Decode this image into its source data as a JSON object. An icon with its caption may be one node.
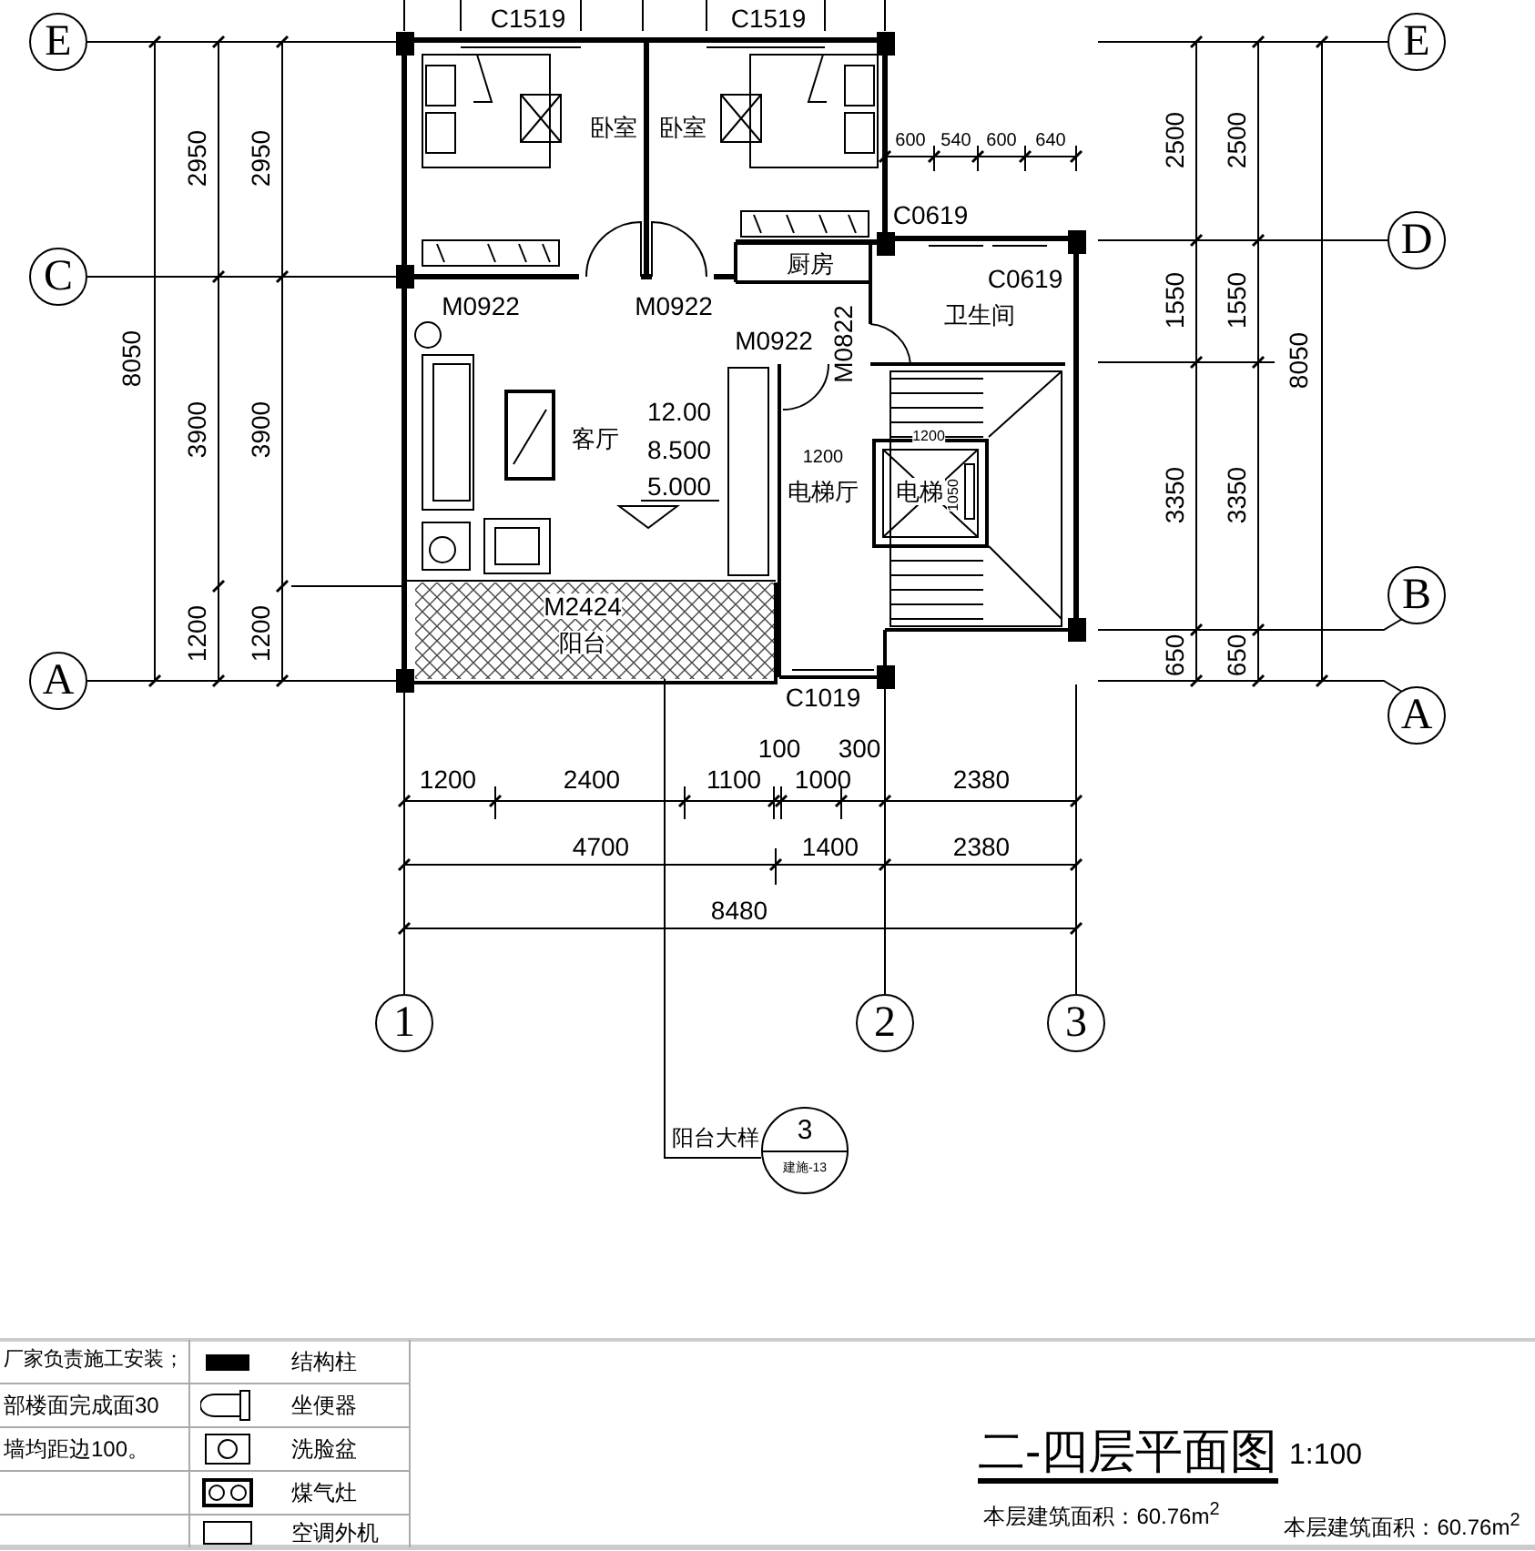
{
  "diagram": {
    "title": "二-四层平面图",
    "nodes": [
      {
        "text": [
          "卧室"
        ]
      },
      {
        "text": [
          "卧室"
        ]
      },
      {
        "text": [
          "厨房"
        ]
      },
      {
        "text": [
          "卫生间"
        ]
      },
      {
        "text": [
          "客厅"
        ]
      },
      {
        "text": [
          "电梯厅"
        ]
      },
      {
        "text": [
          "电梯"
        ]
      },
      {
        "text": [
          "阳台"
        ]
      },
      {
        "text": [
          "E"
        ]
      },
      {
        "text": [
          "E"
        ]
      },
      {
        "text": [
          "C"
        ]
      },
      {
        "text": [
          "D"
        ]
      },
      {
        "text": [
          "B"
        ]
      },
      {
        "text": [
          "A"
        ]
      },
      {
        "text": [
          "A"
        ]
      },
      {
        "text": [
          "1"
        ]
      },
      {
        "text": [
          "2"
        ]
      },
      {
        "text": [
          "3"
        ]
      },
      {
        "text": [
          "3",
          "建施-13"
        ]
      }
    ],
    "edges": [
      {
        "from": 7,
        "to": 18,
        "arrow": "none",
        "label": "阳台大样"
      }
    ],
    "labels": [
      "C1519",
      "C1519",
      "2950",
      "2950",
      "600",
      "540",
      "600",
      "640",
      "2500",
      "2500",
      "C0619",
      "C0619",
      "1550",
      "1550",
      "8050",
      "8050",
      "M0922",
      "M0922",
      "M0922",
      "M0822",
      "12.00",
      "3900",
      "3900",
      "8.500",
      "1200",
      "1200",
      "1050",
      "5.000",
      "3350",
      "3350",
      "M2424",
      "1200",
      "1200",
      "650",
      "650",
      "C1019",
      "100",
      "300",
      "1200",
      "2400",
      "1100",
      "1000",
      "2380",
      "4700",
      "1400",
      "2380",
      "8480",
      "厂家负责施工安装；",
      "部楼面完成面30",
      "墙均距边100。",
      "1:100",
      "本层建筑面积：60.76m$^{2}$",
      "本层建筑面积：60.76m$^{2}$"
    ],
    "legend": [
      {
        "text": "结构柱",
        "color": "#000000"
      },
      {
        "text": "坐便器"
      },
      {
        "text": "洗脸盆"
      },
      {
        "text": "煤气灶"
      },
      {
        "text": "空调外机"
      }
    ]
  }
}
